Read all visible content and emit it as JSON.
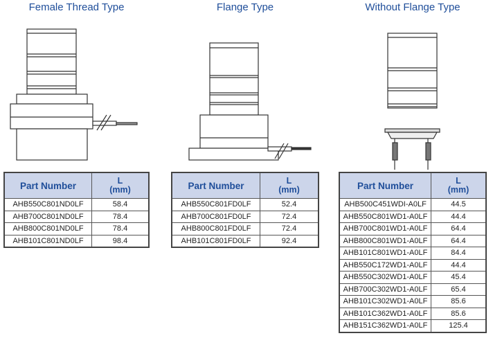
{
  "sections": [
    {
      "title": "Female Thread Type",
      "headers": {
        "part": "Part Number",
        "l": "L",
        "unit": "(mm)"
      },
      "rows": [
        [
          "AHB550C801ND0LF",
          "58.4"
        ],
        [
          "AHB700C801ND0LF",
          "78.4"
        ],
        [
          "AHB800C801ND0LF",
          "78.4"
        ],
        [
          "AHB101C801ND0LF",
          "98.4"
        ]
      ]
    },
    {
      "title": "Flange Type",
      "headers": {
        "part": "Part Number",
        "l": "L",
        "unit": "(mm)"
      },
      "rows": [
        [
          "AHB550C801FD0LF",
          "52.4"
        ],
        [
          "AHB700C801FD0LF",
          "72.4"
        ],
        [
          "AHB800C801FD0LF",
          "72.4"
        ],
        [
          "AHB101C801FD0LF",
          "92.4"
        ]
      ]
    },
    {
      "title": "Without Flange Type",
      "headers": {
        "part": "Part Number",
        "l": "L",
        "unit": "(mm)"
      },
      "rows": [
        [
          "AHB500C451WDI-A0LF",
          "44.5"
        ],
        [
          "AHB550C801WD1-A0LF",
          "44.4"
        ],
        [
          "AHB700C801WD1-A0LF",
          "64.4"
        ],
        [
          "AHB800C801WD1-A0LF",
          "64.4"
        ],
        [
          "AHB101C801WD1-A0LF",
          "84.4"
        ],
        [
          "AHB550C172WD1-A0LF",
          "44.4"
        ],
        [
          "AHB550C302WD1-A0LF",
          "45.4"
        ],
        [
          "AHB700C302WD1-A0LF",
          "65.4"
        ],
        [
          "AHB101C302WD1-A0LF",
          "85.6"
        ],
        [
          "AHB101C362WD1-A0LF",
          "85.6"
        ],
        [
          "AHB151C362WD1-A0LF",
          "125.4"
        ]
      ]
    }
  ]
}
